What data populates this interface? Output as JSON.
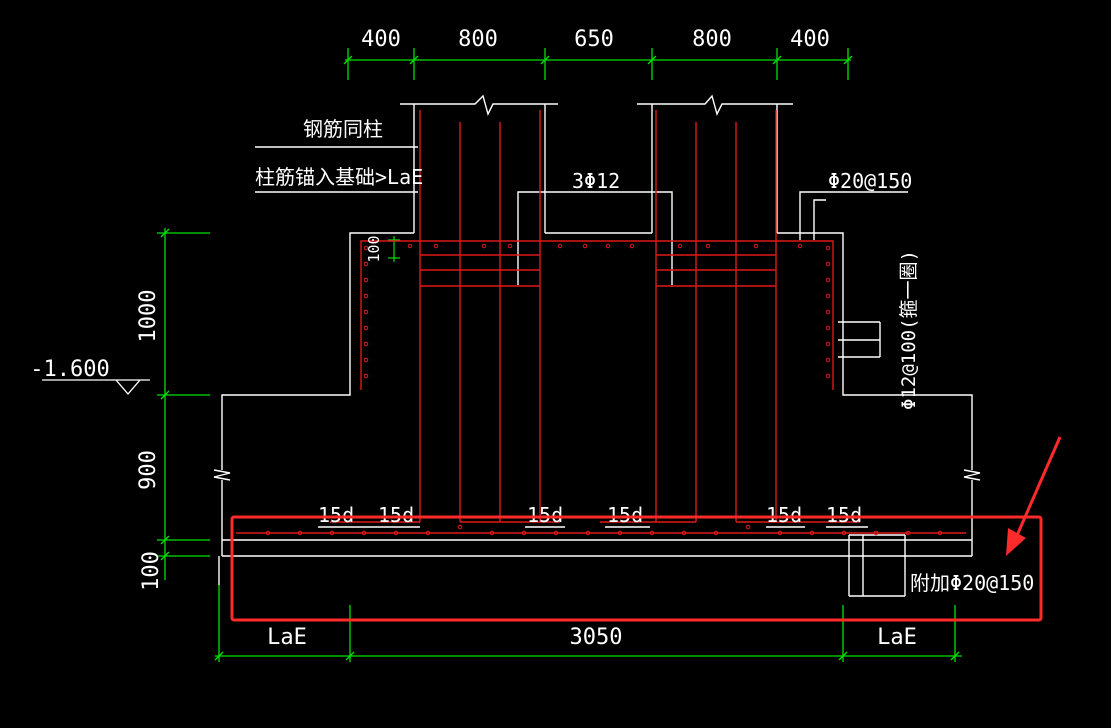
{
  "colors": {
    "background": "#000000",
    "outline": "#ffffff",
    "rebar": "#e01818",
    "dimension": "#00e000",
    "highlight": "#ff2a2a"
  },
  "dimensions_top": [
    "400",
    "800",
    "650",
    "800",
    "400"
  ],
  "dimensions_left": [
    "1000",
    "900",
    "100"
  ],
  "dimensions_bottom": [
    "LaE",
    "3050",
    "LaE"
  ],
  "elevation": "-1.600",
  "notes": {
    "rebar_same_as_column": "钢筋同柱",
    "column_anchor": "柱筋锚入基础>LaE",
    "stirrup_3phi12": "3Φ12",
    "phi20_150": "Φ20@150",
    "phi12_100": "Φ12@100(箍一圈)",
    "small_100": "100",
    "additional_phi20": "附加Φ20@150"
  },
  "anchor_labels": [
    "15d",
    "15d",
    "15d",
    "15d",
    "15d",
    "15d"
  ],
  "annotation": {
    "arrow_icon": "red-arrow-icon",
    "box": "highlight-box"
  }
}
